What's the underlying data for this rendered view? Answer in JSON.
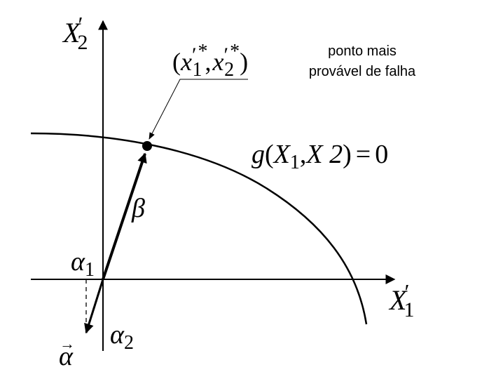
{
  "axes": {
    "x_main": "X",
    "x_prime": "′",
    "x_sub": "1",
    "y_main": "X",
    "y_prime": "′",
    "y_sub": "2"
  },
  "design_point": {
    "open_paren": "(",
    "x_var": "x",
    "x_prime": "′",
    "x_star": "*",
    "x_sub": "1",
    "comma": ",",
    "y_var": "x",
    "y_prime": "′",
    "y_star": "*",
    "y_sub": "2",
    "close_paren": ")"
  },
  "note": {
    "line1": "ponto mais",
    "line2": "provável de falha"
  },
  "limit_state": {
    "g": "g",
    "open": "(",
    "x1_main": "X",
    "x1_sub": "1",
    "comma": ",",
    "x2_text": "X 2",
    "close": ")",
    "equals": "=",
    "zero": "0"
  },
  "labels": {
    "beta": "β",
    "alpha_vec": "α",
    "alpha_vec_arrow": "→",
    "alpha1_main": "α",
    "alpha1_sub": "1",
    "alpha2_main": "α",
    "alpha2_sub": "2"
  }
}
